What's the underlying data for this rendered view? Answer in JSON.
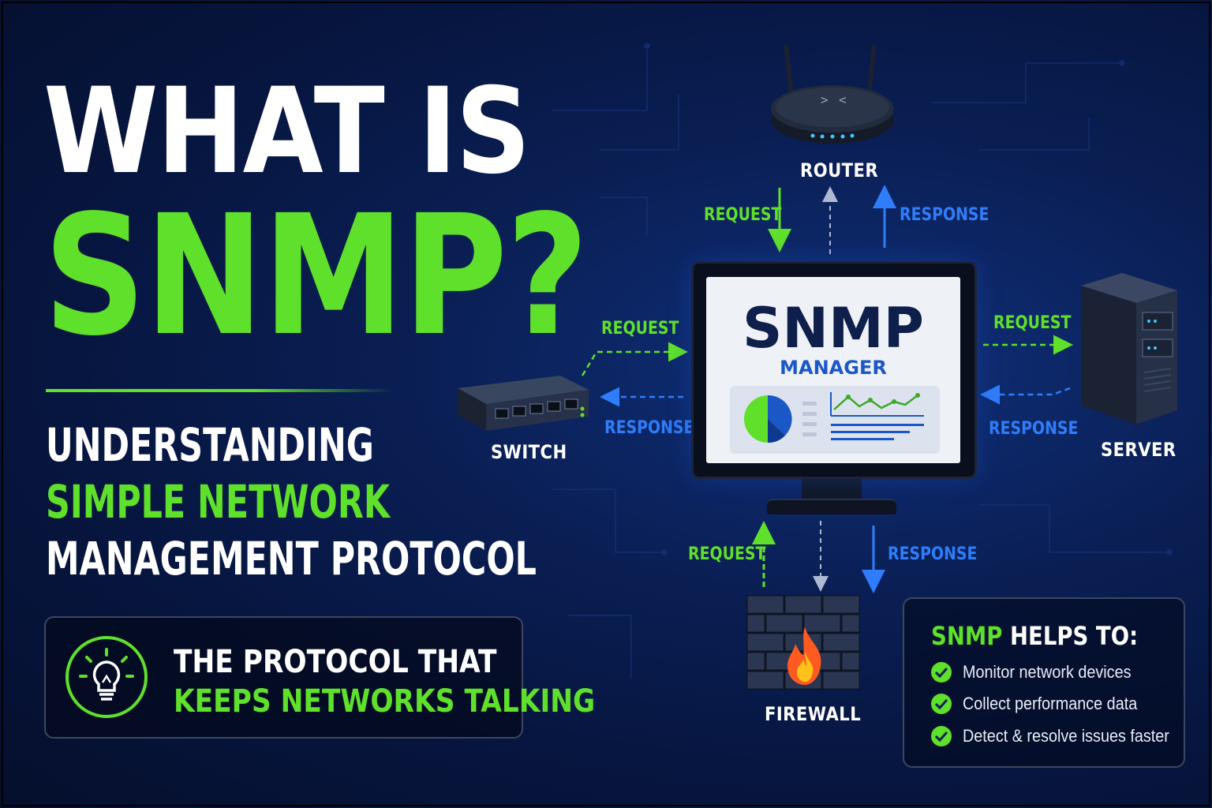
{
  "title": {
    "line1": "WHAT IS",
    "line2": "SNMP?"
  },
  "subtitle": {
    "line1": "UNDERSTANDING",
    "line2": "SIMPLE NETWORK",
    "line3": "MANAGEMENT PROTOCOL"
  },
  "tagline": {
    "line1": "THE PROTOCOL THAT",
    "line2": "KEEPS NETWORKS TALKING",
    "icon": "lightbulb-icon"
  },
  "manager": {
    "title": "SNMP",
    "subtitle": "MANAGER"
  },
  "devices": {
    "router": "ROUTER",
    "switch": "SWITCH",
    "server": "SERVER",
    "firewall": "FIREWALL"
  },
  "flows": {
    "router_request": "REQUEST",
    "router_response": "RESPONSE",
    "switch_request": "REQUEST",
    "switch_response": "RESPONSE",
    "server_request": "REQUEST",
    "server_response": "RESPONSE",
    "firewall_request": "REQUEST",
    "firewall_response": "RESPONSE"
  },
  "helps": {
    "title_accent": "SNMP",
    "title_rest": " HELPS TO:",
    "items": [
      "Monitor network devices",
      "Collect performance data",
      "Detect & resolve issues faster"
    ]
  },
  "colors": {
    "accent_green": "#5fe02a",
    "accent_blue": "#2f7dfa",
    "background": "#0a1f55",
    "manager_text": "#0d1f4a"
  }
}
